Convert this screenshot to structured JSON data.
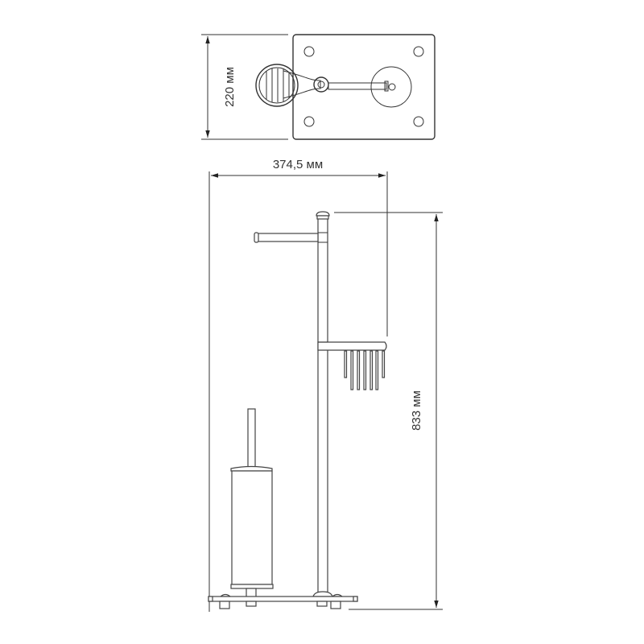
{
  "drawing": {
    "subject": "Toilet accessory floor stand with toilet paper holder, towel hooks and toilet brush",
    "views": [
      "top-view",
      "front-view"
    ],
    "stroke_color": "#333333",
    "background": "#ffffff"
  },
  "dimensions": {
    "depth": {
      "label": "220 мм",
      "value": 220,
      "unit": "мм",
      "orientation": "vertical"
    },
    "width": {
      "label": "374,5 мм",
      "value": 374.5,
      "unit": "мм",
      "orientation": "horizontal"
    },
    "height": {
      "label": "833 мм",
      "value": 833,
      "unit": "мм",
      "orientation": "vertical"
    }
  }
}
